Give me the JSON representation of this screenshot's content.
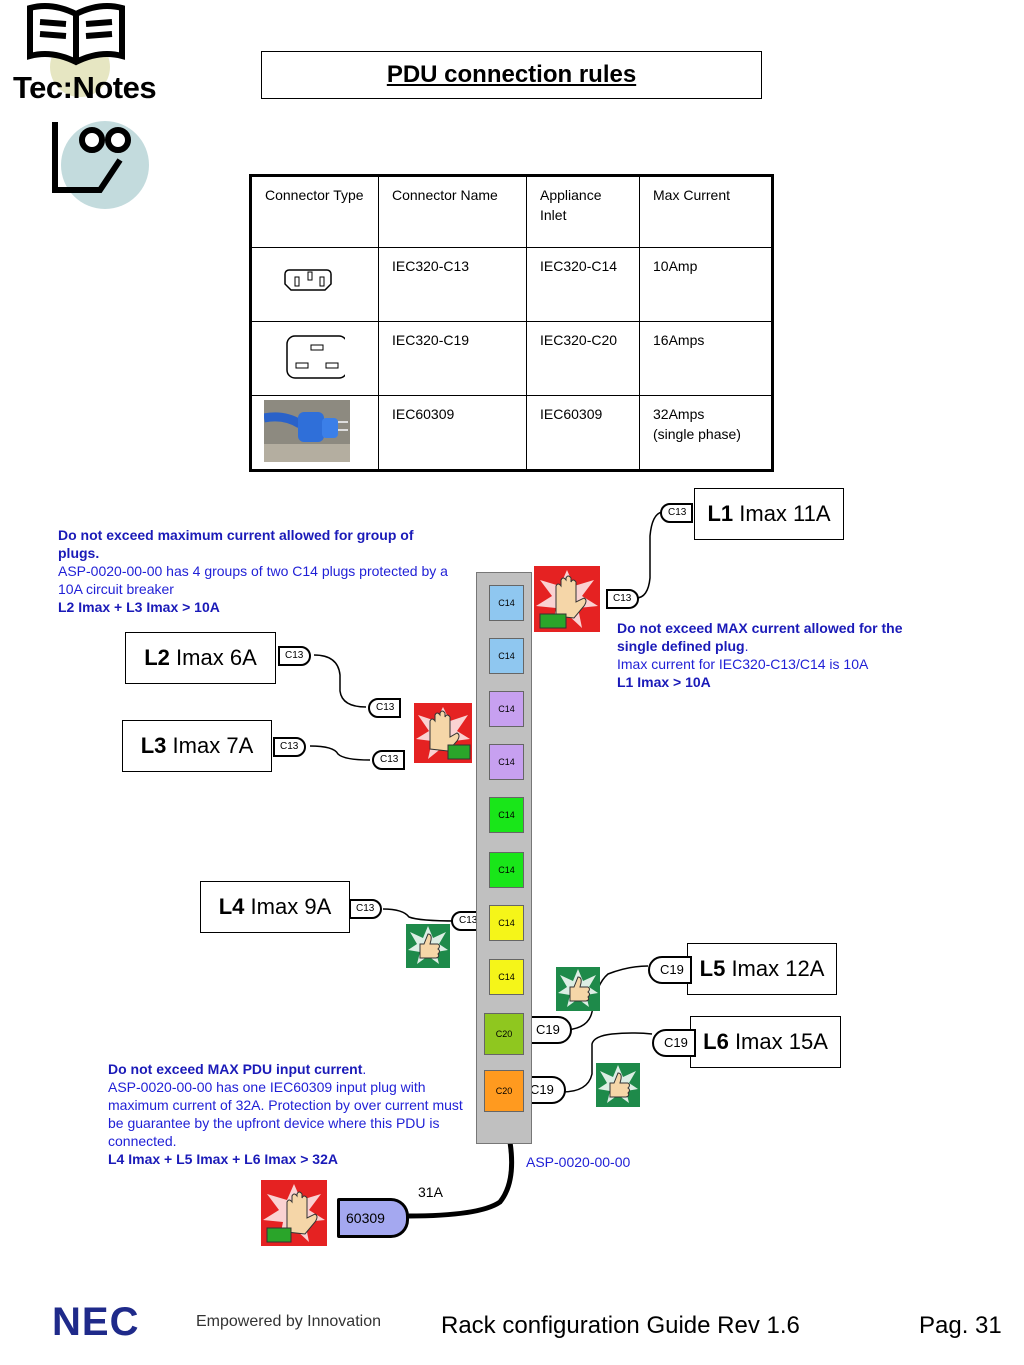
{
  "logo": {
    "text": "Tec:Notes"
  },
  "title": "PDU connection rules",
  "table": {
    "headers": [
      "Connector Type",
      "Connector Name",
      "Appliance\n Inlet",
      "Max Current"
    ],
    "rows": [
      {
        "connector_name": "IEC320-C13",
        "appliance_inlet": "IEC320-C14",
        "max_current": "10Amp"
      },
      {
        "connector_name": "IEC320-C19",
        "appliance_inlet": "IEC320-C20",
        "max_current": "16Amps"
      },
      {
        "connector_name": "IEC60309",
        "appliance_inlet": "IEC60309",
        "max_current": "32Amps",
        "max_current_note": "(single phase)"
      }
    ]
  },
  "notes": {
    "group": {
      "bold1": "Do not exceed maximum current allowed for group of plugs.",
      "text": "ASP-0020-00-00 has 4 groups of two C14 plugs protected by a 10A circuit breaker",
      "bold2": "L2 Imax + L3 Imax > 10A"
    },
    "single": {
      "bold1": "Do not exceed MAX current allowed for the single defined plug",
      "text": "Imax current for  IEC320-C13/C14 is 10A",
      "bold2": "L1 Imax > 10A"
    },
    "pdu": {
      "bold1": "Do not exceed MAX PDU input current",
      "text": "ASP-0020-00-00 has one IEC60309 input plug with maximum current of 32A. Protection by over current must be guarantee by the upfront device where this PDU is connected.",
      "bold2": "L4 Imax + L5 Imax + L6 Imax > 32A"
    }
  },
  "loads": {
    "L1": {
      "name": "L1",
      "imax": "Imax 11A"
    },
    "L2": {
      "name": "L2",
      "imax": "Imax 6A"
    },
    "L3": {
      "name": "L3",
      "imax": "Imax 7A"
    },
    "L4": {
      "name": "L4",
      "imax": "Imax 9A"
    },
    "L5": {
      "name": "L5",
      "imax": "Imax 12A"
    },
    "L6": {
      "name": "L6",
      "imax": "Imax 15A"
    }
  },
  "plugs": {
    "c13": "C13",
    "c19": "C19",
    "input": "60309"
  },
  "pdu": {
    "sockets": [
      "C14",
      "C14",
      "C14",
      "C14",
      "C14",
      "C14",
      "C14",
      "C14",
      "C20",
      "C20"
    ],
    "socket_colors": [
      "#8fc7f0",
      "#8fc7f0",
      "#c7a0f0",
      "#c7a0f0",
      "#19e619",
      "#19e619",
      "#f5f519",
      "#f5f519",
      "#8fc71f",
      "#ff9a1f"
    ],
    "model": "ASP-0020-00-00",
    "input_current": "31A"
  },
  "footer": {
    "brand": "NEC",
    "tagline": "Empowered by Innovation",
    "guide": "Rack configuration Guide Rev 1.6",
    "page": "Pag. 31"
  }
}
